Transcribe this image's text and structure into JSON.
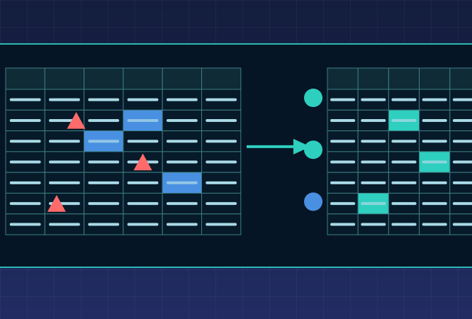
{
  "colors": {
    "grid_line": "#3b7f86",
    "header_fill": "#0f2b36",
    "cell_fill": "#071a29",
    "placeholder_bar": "#a9d9e6",
    "highlight_blue": "#4a90e2",
    "highlight_teal": "#2ecfbf",
    "triangle": "#ff6b6b",
    "arrow": "#2ecfbf",
    "dot_teal": "#2ecfbf",
    "dot_blue": "#4a90e2",
    "band_border": "#2bb8b4"
  },
  "left_table": {
    "columns": 6,
    "body_rows": 7,
    "highlighted_cells": [
      [
        1,
        3
      ],
      [
        2,
        2
      ],
      [
        4,
        4
      ]
    ],
    "triangle_markers": [
      [
        1,
        1.8
      ],
      [
        3,
        3.5
      ],
      [
        5,
        1.3
      ]
    ]
  },
  "transition": {
    "arrow_icon": "arrow-right-icon"
  },
  "right_dots": [
    {
      "color": "teal",
      "row": 0
    },
    {
      "color": "teal",
      "row": 2.5
    },
    {
      "color": "blue",
      "row": 5
    }
  ],
  "right_table": {
    "columns": 5,
    "body_rows": 7,
    "highlighted_cells": [
      [
        1,
        2
      ],
      [
        3,
        3
      ],
      [
        5,
        1
      ]
    ]
  }
}
